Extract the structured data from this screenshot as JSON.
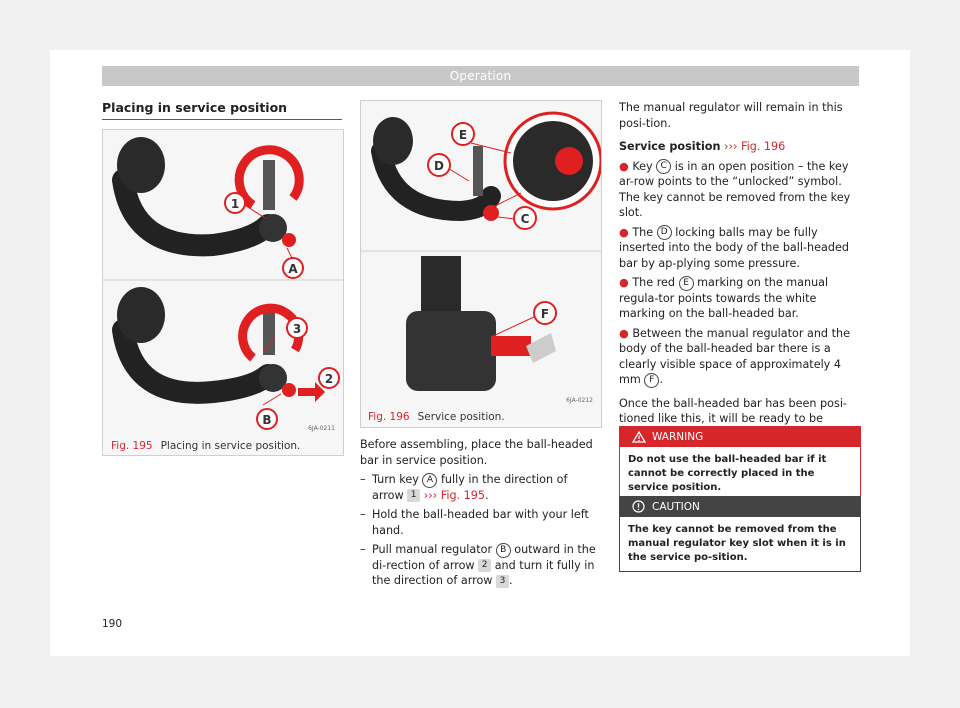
{
  "header": {
    "title": "Operation"
  },
  "section": {
    "title": "Placing in service position"
  },
  "fig195": {
    "num": "Fig. 195",
    "caption": "Placing in service position.",
    "code": "6JA-0211",
    "labels": {
      "one": "1",
      "a": "A",
      "three": "3",
      "two": "2",
      "b": "B"
    }
  },
  "fig196": {
    "num": "Fig. 196",
    "caption": "Service position.",
    "code": "6JA-0212",
    "labels": {
      "e": "E",
      "d": "D",
      "c": "C",
      "f": "F"
    }
  },
  "col2": {
    "intro": "Before assembling, place the ball-headed bar in service position.",
    "s1a": "Turn key",
    "s1key": "A",
    "s1b": "fully in the direction of arrow",
    "s1num": "1",
    "s1arrow": "›››",
    "s1ref": "Fig. 195",
    "s1end": ".",
    "s2": "Hold the ball-headed bar with your left hand.",
    "s3a": "Pull manual regulator",
    "s3key": "B",
    "s3b": "outward in the di-rection of arrow",
    "s3num2": "2",
    "s3c": "and turn it fully in the direction of arrow",
    "s3num3": "3",
    "s3end": "."
  },
  "col3": {
    "p1": "The manual regulator will remain in this posi-tion.",
    "sp_label": "Service position",
    "sp_arrow": "›››",
    "sp_ref": "Fig. 196",
    "b1a": "Key",
    "b1key": "C",
    "b1b": "is in an open position – the key ar-row points to the “unlocked” symbol. The key cannot be removed from the key slot.",
    "b2a": "The",
    "b2key": "D",
    "b2b": "locking balls may be fully inserted into the body of the ball-headed bar by ap-plying some pressure.",
    "b3a": "The red",
    "b3key": "E",
    "b3b": "marking on the manual regula-tor points towards the white marking on the ball-headed bar.",
    "b4a": "Between the manual regulator and the body of the ball-headed bar there is a clearly visible space of approximately 4 mm",
    "b4key": "F",
    "b4end": ".",
    "p2": "Once the ball-headed bar has been posi-tioned like this, it will be ready to be placed in the clamping bush."
  },
  "warning": {
    "title": "WARNING",
    "text": "Do not use the ball-headed bar if it cannot be correctly placed in the service position."
  },
  "caution": {
    "title": "CAUTION",
    "text": "The key cannot be removed from the manual regulator key slot when it is in the service po-sition."
  },
  "page_number": "190",
  "colors": {
    "accent": "#d6262c",
    "header_bg": "#c8c8c8",
    "caution_bg": "#444444"
  }
}
